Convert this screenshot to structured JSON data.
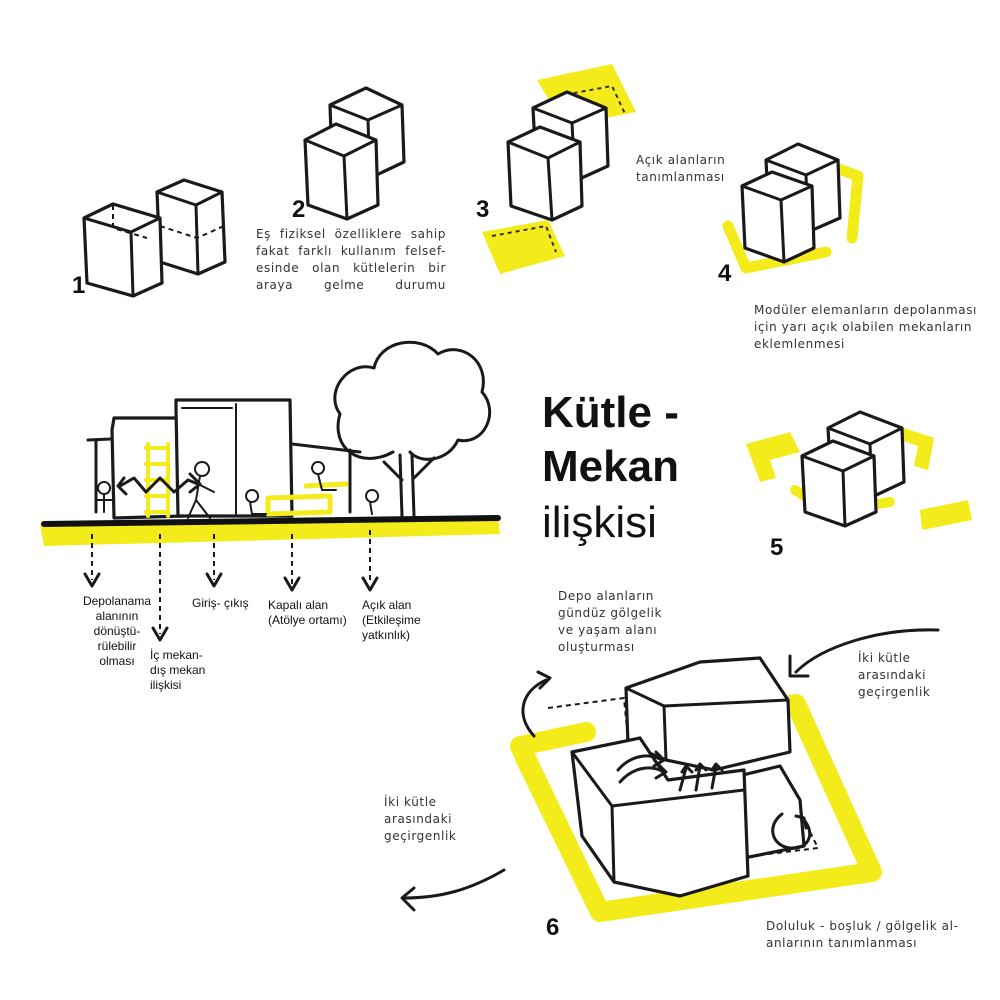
{
  "colors": {
    "accent": "#f3ec1a",
    "ink": "#1a1a1a",
    "paper": "#ffffff"
  },
  "title": {
    "line1": "Kütle -",
    "line2": "Mekan",
    "line3": "ilişkisi"
  },
  "steps": [
    {
      "number": "1",
      "caption": ""
    },
    {
      "number": "2",
      "caption": "Eş fiziksel özelliklere sahip\nfakat farklı kullanım felsef-\nesinde olan kütlelerin bir\naraya gelme durumu"
    },
    {
      "number": "3",
      "caption": "Açık alanların\ntanımlanması"
    },
    {
      "number": "4",
      "caption": "Modüler elemanların depolanması\niçin yarı açık olabilen mekanların\neklemlenmesi"
    },
    {
      "number": "5",
      "caption": ""
    },
    {
      "number": "6",
      "caption": ""
    }
  ],
  "section_labels": [
    {
      "id": "storage",
      "text": "Depolanama\nalanının\ndönüştü-\nrülebilir\nolması"
    },
    {
      "id": "inside-outside",
      "text": "İç mekan-\ndış mekan\nilişkisi"
    },
    {
      "id": "entrance",
      "text": "Giriş- çıkış"
    },
    {
      "id": "closed",
      "text": "Kapalı alan\n(Atölye ortamı)"
    },
    {
      "id": "open",
      "text": "Açık alan\n(Etkileşime\nyatkınlık)"
    }
  ],
  "detail_notes": {
    "storage_shade": "Depo alanların\ngündüz gölgelik\nve yaşam alanı\noluşturması",
    "permeability_right": "İki kütle\narasındaki\ngeçirgenlik",
    "permeability_left": "İki kütle\narasındaki\ngeçirgenlik",
    "solid_void": "Doluluk - boşluk / gölgelik al-\nanlarının tanımlanması"
  }
}
